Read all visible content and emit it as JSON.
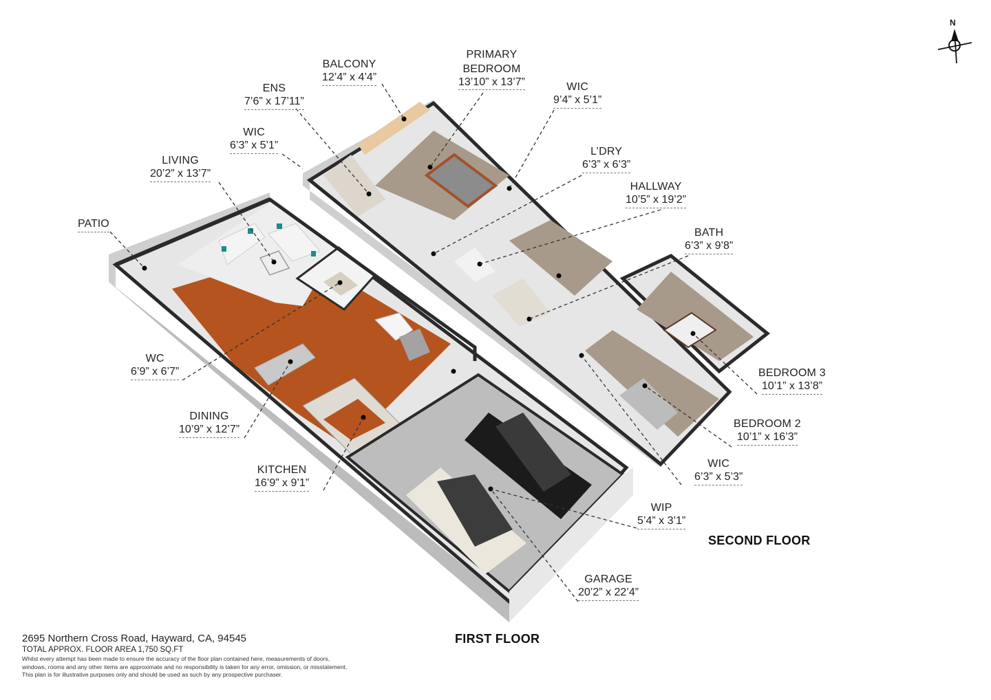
{
  "compass": {
    "label": "N",
    "icon": "north-arrow-icon"
  },
  "floors": {
    "first": {
      "title": "FIRST FLOOR"
    },
    "second": {
      "title": "SECOND FLOOR"
    }
  },
  "rooms": {
    "balcony": {
      "name": "BALCONY",
      "dim": "12’4” x 4’4”"
    },
    "primary_bedroom": {
      "name_line1": "PRIMARY",
      "name_line2": "BEDROOM",
      "dim": "13’10” x 13’7”"
    },
    "ens": {
      "name": "ENS",
      "dim": "7’6” x 17’11”"
    },
    "wic_ens": {
      "name": "WIC",
      "dim": "6’3” x 5’1”"
    },
    "wic_primary": {
      "name": "WIC",
      "dim": "9’4” x 5’1”"
    },
    "laundry": {
      "name": "L’DRY",
      "dim": "6’3” x 6’3”"
    },
    "hallway": {
      "name": "HALLWAY",
      "dim": "10’5” x 19’2”"
    },
    "bath": {
      "name": "BATH",
      "dim": "6’3” x 9’8”"
    },
    "bedroom3": {
      "name": "BEDROOM 3",
      "dim": "10’1” x 13’8”"
    },
    "bedroom2": {
      "name": "BEDROOM 2",
      "dim": "10’1” x 16’3”"
    },
    "wic_bed2": {
      "name": "WIC",
      "dim": "6’3” x 5’3”"
    },
    "living": {
      "name": "LIVING",
      "dim": "20’2” x 13’7”"
    },
    "patio": {
      "name": "PATIO"
    },
    "wc": {
      "name": "WC",
      "dim": "6’9” x 6’7”"
    },
    "dining": {
      "name": "DINING",
      "dim": "10’9” x 12’7”"
    },
    "kitchen": {
      "name": "KITCHEN",
      "dim": "16’9” x 9’1”"
    },
    "wip": {
      "name": "WIP",
      "dim": "5’4” x 3’1”"
    },
    "garage": {
      "name": "GARAGE",
      "dim": "20’2” x 22’4”"
    }
  },
  "footer": {
    "address": "2695 Northern Cross Road, Hayward, CA, 94545",
    "total_area": "TOTAL APPROX. FLOOR AREA 1,750 SQ.FT",
    "disclaimer_1": "Whilst every attempt has been made to ensure the accuracy of the floor plan contained here, measurements of doors,",
    "disclaimer_2": "windows, rooms and any other items are approximate and no responsibility is taken for any error, omission, or misstatement.",
    "disclaimer_3": "This plan is for illustrative purposes only and should be used as such by any prospective purchaser."
  },
  "colors": {
    "wall_top": "#2e2e2e",
    "wall_side": "#c9c9c9",
    "wall_face": "#e9e9e9",
    "wood_floor": "#b5541e",
    "carpet": "#a89a8a",
    "tile": "#dcd6cc",
    "garage_floor": "#bdbdbd"
  }
}
